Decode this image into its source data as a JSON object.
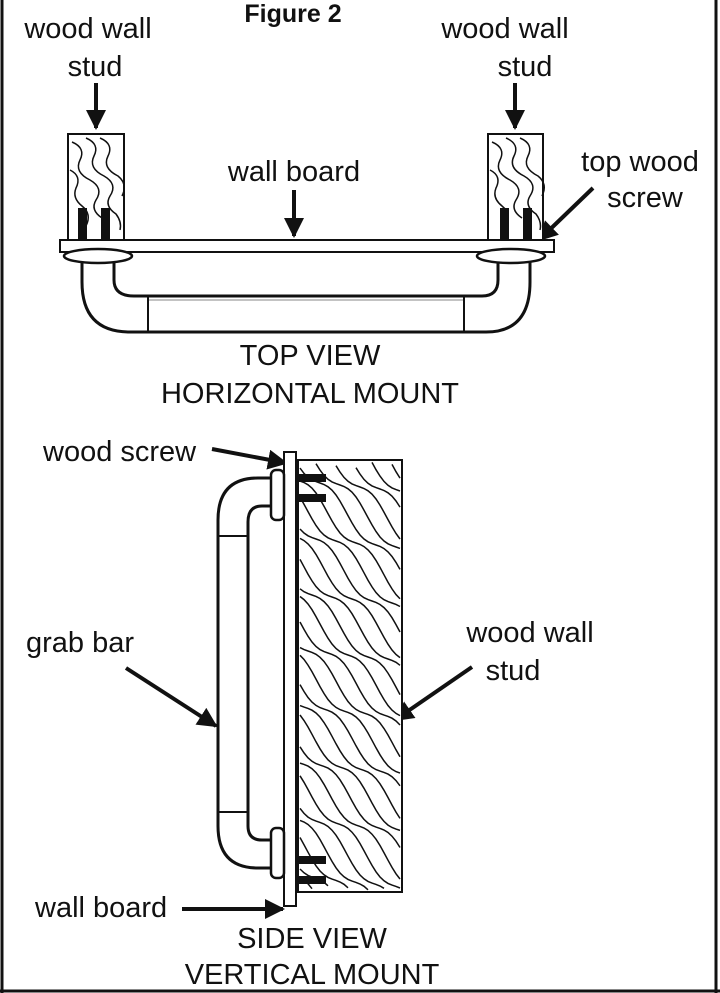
{
  "figure": {
    "title": "Figure 2"
  },
  "top_view": {
    "labels": {
      "stud_left_line1": "wood wall",
      "stud_left_line2": "stud",
      "stud_right_line1": "wood wall",
      "stud_right_line2": "stud",
      "wall_board": "wall board",
      "screw_line1": "top wood",
      "screw_line2": "screw"
    },
    "caption_line1": "TOP VIEW",
    "caption_line2": "HORIZONTAL MOUNT"
  },
  "side_view": {
    "labels": {
      "wood_screw": "wood screw",
      "grab_bar": "grab bar",
      "stud_line1": "wood wall",
      "stud_line2": "stud",
      "wall_board": "wall board"
    },
    "caption_line1": "SIDE VIEW",
    "caption_line2": "VERTICAL MOUNT"
  }
}
